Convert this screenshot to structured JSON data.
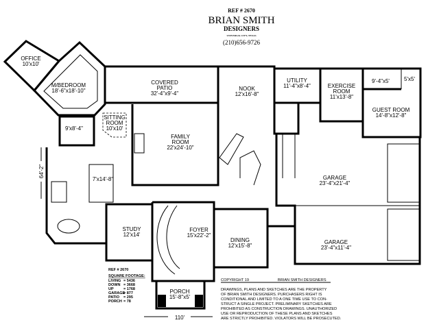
{
  "header": {
    "ref": "REF # 2670",
    "company": "BRIAN SMITH",
    "subtitle": "DESIGNERS",
    "location": "UNIVERSAL CITY, TEXAS",
    "phone": "(210)656-9726"
  },
  "rooms": {
    "office": {
      "name": "OFFICE",
      "size": "10'x10'"
    },
    "master_bedroom": {
      "name": "M/BEDROOM",
      "size": "18'-6\"x18'-10\""
    },
    "covered_patio": {
      "name1": "COVERED",
      "name2": "PATIO",
      "size": "32'-4\"x9'-4\""
    },
    "nook": {
      "name": "NOOK",
      "size": "12'x16'-8\""
    },
    "utility": {
      "name": "UTILITY",
      "size": "11'-4\"x8'-4\""
    },
    "exercise_room": {
      "name1": "EXERCISE",
      "name2": "ROOM",
      "size": "11'x13'-8\""
    },
    "bath": {
      "size": "9'-4\"x5'"
    },
    "closet": {
      "size": "5'x5'"
    },
    "guest_room": {
      "name": "GUEST ROOM",
      "size": "14'-8\"x12'-8\""
    },
    "sitting_room": {
      "name1": "SITTING",
      "name2": "ROOM",
      "size": "10'x10'"
    },
    "closet_1": {
      "size": "9'x8'-4\""
    },
    "closet_2": {
      "size": "7'x14'-8\""
    },
    "family_room": {
      "name1": "FAMILY",
      "name2": "ROOM",
      "size": "22'x24'-10\""
    },
    "garage_1": {
      "name": "GARAGE",
      "size": "23'-4\"x21'-4\""
    },
    "garage_2": {
      "name": "GARAGE",
      "size": "23'-4\"x11'-4\""
    },
    "study": {
      "name": "STUDY",
      "size": "12'x14'"
    },
    "foyer": {
      "name": "FOYER",
      "size": "15'x22'-2\""
    },
    "dining": {
      "name": "DINING",
      "size": "12'x15'-8\""
    },
    "porch": {
      "name": "PORCH",
      "size": "15'-8\"x5'"
    }
  },
  "dimensions": {
    "depth": "64'-2\"",
    "width": "110'"
  },
  "square_footage": {
    "ref": "REF # 2670",
    "title": "SQUARE FOOTAGE:",
    "rows": [
      {
        "label": "LIVING",
        "value": "= 5436"
      },
      {
        "label": "DOWN",
        "value": "= 3668"
      },
      {
        "label": "UP",
        "value": "= 1768"
      },
      {
        "label": "GARAGE",
        "value": "= 877"
      },
      {
        "label": "PATIO",
        "value": "= 295"
      },
      {
        "label": "PORCH",
        "value": "= 78"
      }
    ]
  },
  "copyright": {
    "label": "COPYRIGHT 19",
    "owner": "BRIAN SMITH DESIGNERS",
    "lines": [
      "DRAWINGS, PLANS AND SKETCHES ARE THE PROPERTY",
      "OF BRIAN SMITH DESIGNERS.  PURCHASERS RIGHT IS",
      "CONDITIONAL AND LIMITED TO A ONE TIME USE TO CON-",
      "STRUCT A SINGLE PROJECT.  PRELIMINARY SKETCHES ARE",
      "PROHIBITED AS CONSTRUCTION DRAWINGS.  UNAUTHORIZED",
      "USE OR REPRODUCTION OF THESE PLANS AND SKETCHES",
      "ARE STRICTLY PROHIBITED.  VIOLATORS WILL BE PROSECUTED."
    ]
  }
}
